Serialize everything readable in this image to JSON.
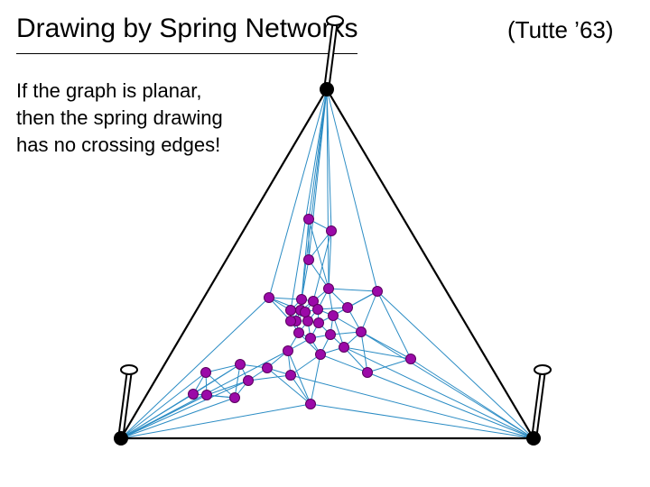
{
  "slide": {
    "title": "Drawing by Spring Networks",
    "citation": "(Tutte ’63)",
    "body_lines": [
      "If the graph is planar,",
      "then the spring drawing",
      "has no crossing edges!"
    ]
  },
  "colors": {
    "edge": "#2b8cc4",
    "outer_edge": "#000000",
    "inner_node": "#9b0aa8",
    "inner_node_stroke": "#5a005f",
    "outer_node": "#000000"
  }
}
